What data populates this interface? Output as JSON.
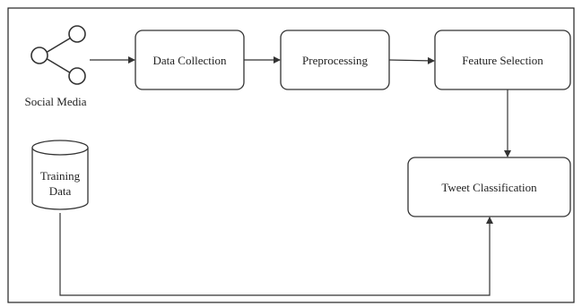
{
  "diagram": {
    "nodes": {
      "social_media": {
        "label": "Social Media"
      },
      "data_collection": {
        "label": "Data Collection"
      },
      "preprocessing": {
        "label": "Preprocessing"
      },
      "feature_selection": {
        "label": "Feature Selection"
      },
      "tweet_classification": {
        "label": "Tweet Classification"
      },
      "training_data": {
        "label_line1": "Training",
        "label_line2": "Data"
      }
    },
    "edges": [
      {
        "from": "social_media",
        "to": "data_collection"
      },
      {
        "from": "data_collection",
        "to": "preprocessing"
      },
      {
        "from": "preprocessing",
        "to": "feature_selection"
      },
      {
        "from": "feature_selection",
        "to": "tweet_classification"
      },
      {
        "from": "training_data",
        "to": "tweet_classification"
      }
    ],
    "colors": {
      "stroke": "#333333",
      "text": "#222222",
      "background": "#ffffff"
    }
  }
}
